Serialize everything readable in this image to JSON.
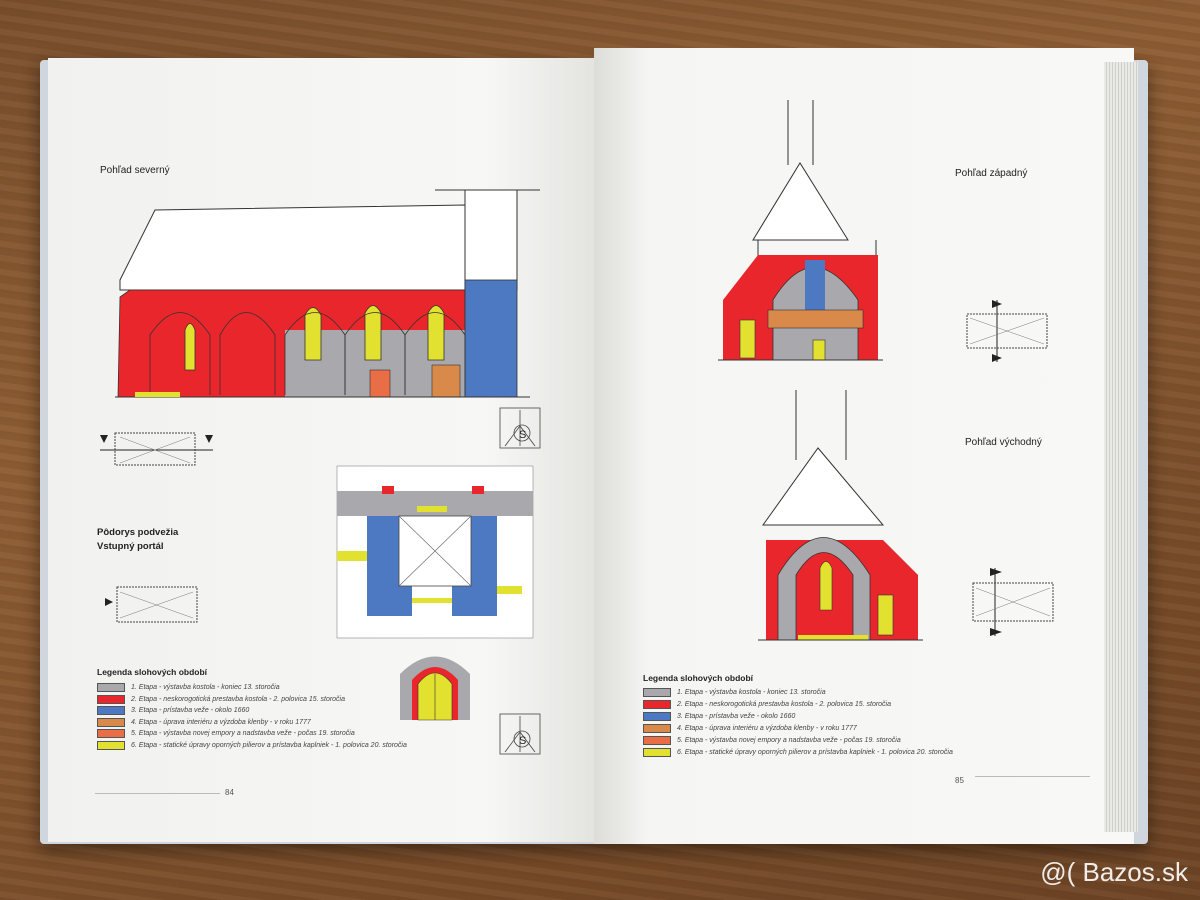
{
  "colors": {
    "stage1": "#a9a9ad",
    "stage2": "#e8262b",
    "stage3": "#4d79c2",
    "stage4": "#d98a4a",
    "stage5": "#e96d45",
    "stage6": "#e3e12f"
  },
  "left_page": {
    "view_north": "Pohľad severný",
    "floor_plan_title_1": "Pôdorys podvežia",
    "floor_plan_title_2": "Vstupný portál",
    "legend_title": "Legenda slohových období",
    "legend": [
      "1. Etapa - výstavba kostola - koniec 13. storočia",
      "2. Etapa - neskorogotická prestavba kostola - 2. polovica 15. storočia",
      "3. Etapa - prístavba veže - okolo 1660",
      "4. Etapa - úprava interiéru a výzdoba klenby - v roku 1777",
      "5. Etapa - výstavba novej empory a nadstavba veže - počas 19. storočia",
      "6. Etapa - statické úpravy oporných pilierov a prístavba kaplniek - 1. polovica 20. storočia"
    ],
    "page_number": "84",
    "compass_letter": "S"
  },
  "right_page": {
    "view_west": "Pohľad západný",
    "view_east": "Pohľad východný",
    "legend_title": "Legenda slohových období",
    "legend": [
      "1. Etapa - výstavba kostola - koniec 13. storočia",
      "2. Etapa - neskorogotická prestavba kostola - 2. polovica 15. storočia",
      "3. Etapa - prístavba veže - okolo 1660",
      "4. Etapa - úprava interiéru a výzdoba klenby - v roku 1777",
      "5. Etapa - výstavba novej empory a nadstavba veže - počas 19. storočia",
      "6. Etapa - statické úpravy oporných pilierov a prístavba kaplniek - 1. polovica 20. storočia"
    ],
    "page_number": "85"
  },
  "watermark": "@( Bazos.sk"
}
